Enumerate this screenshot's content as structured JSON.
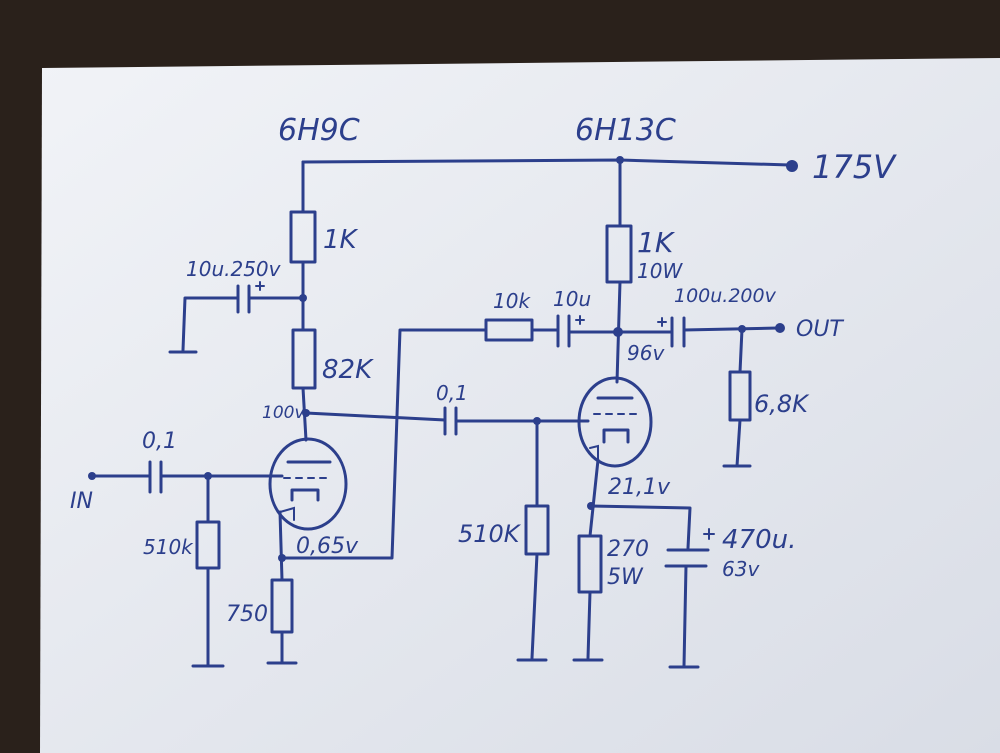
{
  "tubes": {
    "left": "6H9C",
    "right": "6H13C"
  },
  "supply": "175V",
  "labels": {
    "in": "IN",
    "out": "OUT"
  },
  "components": {
    "r_plate_left_top": "1K",
    "c_decouple_left": "10u.250v",
    "r_plate_left_load": "82K",
    "node_plate_left": "100v",
    "c_input": "0,1",
    "r_grid_left": "510k",
    "node_cathode_left": "0,65v",
    "r_cathode_left": "750",
    "c_interstage": "0,1",
    "r_grid_right": "510K",
    "r_plate_right": "1K",
    "r_plate_right_power": "10W",
    "r_feedback": "10k",
    "c_feedback": "10u",
    "c_output": "100u.200v",
    "node_plate_right": "96v",
    "r_output_load": "6,8K",
    "node_cathode_right": "21,1v",
    "r_cathode_right": "270",
    "r_cathode_right_power": "5W",
    "c_cathode_right": "470u.",
    "c_cathode_right_voltage": "63v"
  },
  "colors": {
    "ink": "#2c3f8c",
    "paper": "#eceff4",
    "background": "#2a211b"
  }
}
